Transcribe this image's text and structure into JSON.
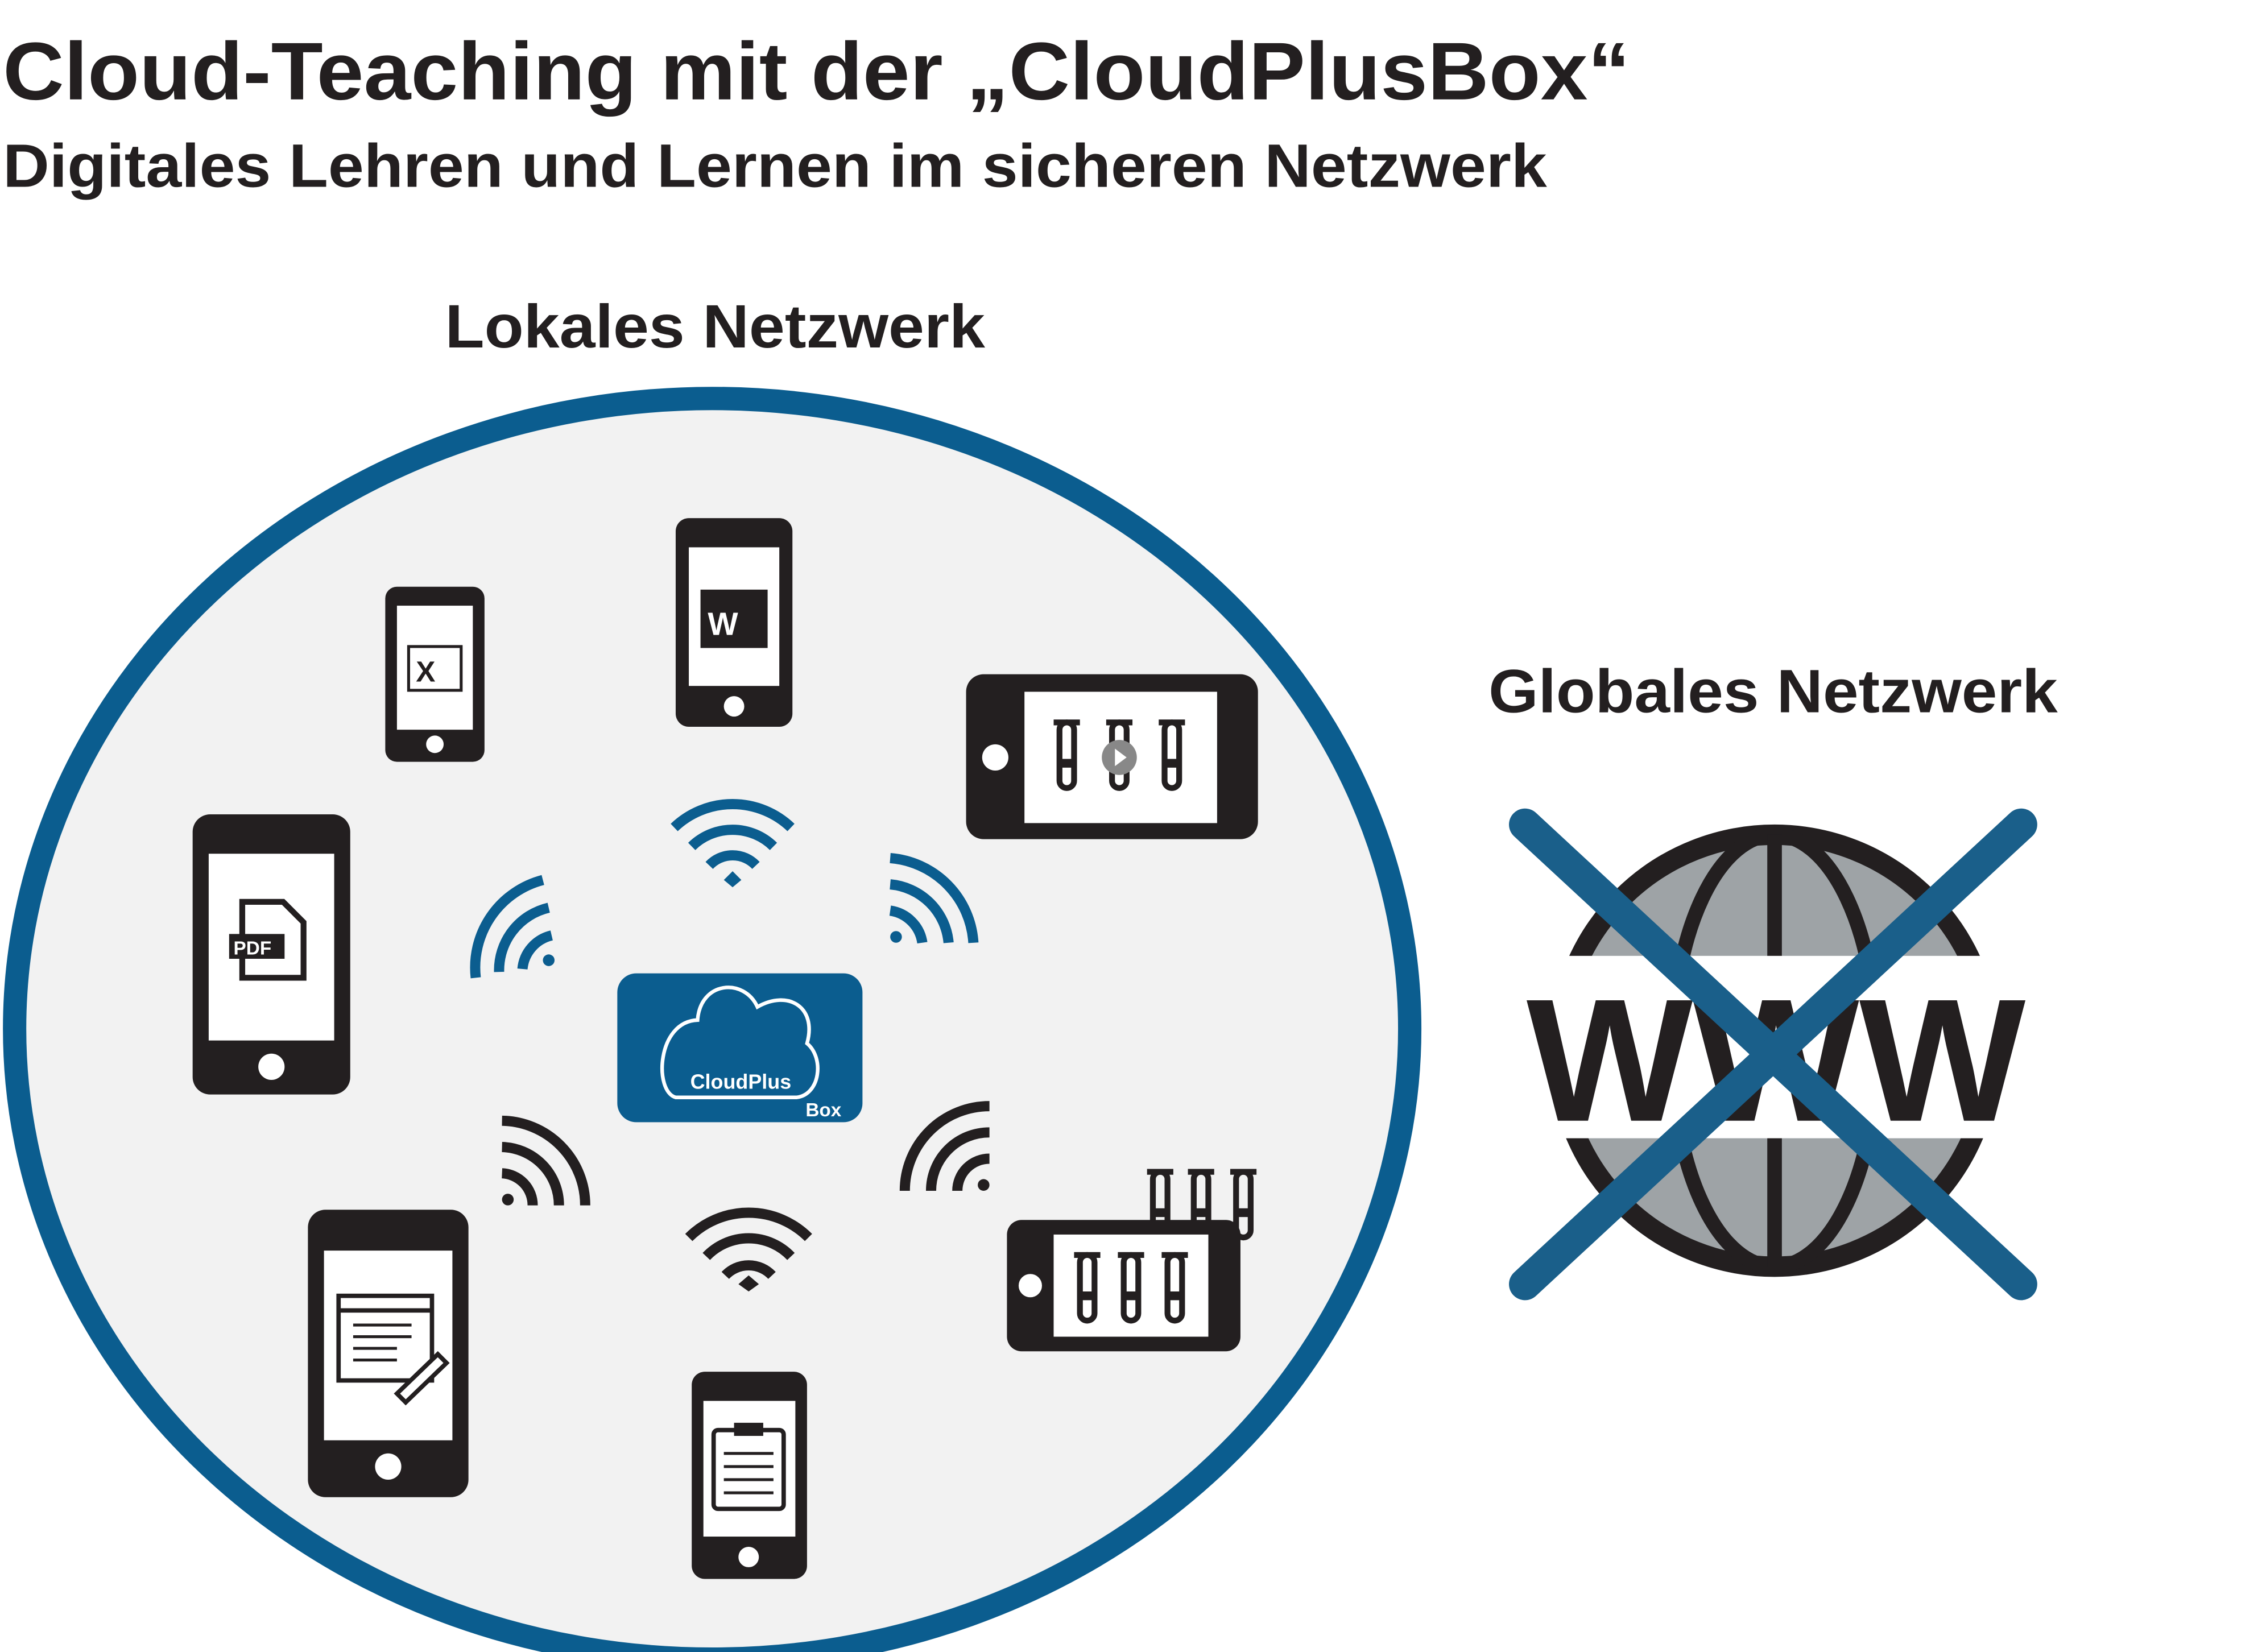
{
  "header": {
    "title": "Cloud-Teaching mit der „CloudPlusBox“",
    "subtitle": "Digitales Lehren und Lernen im sicheren Netzwerk"
  },
  "local": {
    "label": "Lokales Netzwerk",
    "box": {
      "name": "CloudPlus",
      "suffix": "Box"
    },
    "devices": [
      "excel-phone",
      "word-phone",
      "video-tablet",
      "pdf-phone",
      "document-edit-phone",
      "lab-tablet",
      "clipboard-phone"
    ],
    "app_letters": {
      "excel": "X",
      "word": "W",
      "pdf": "PDF"
    }
  },
  "global": {
    "label": "Globales Netzwerk",
    "globe_text": "WWW",
    "status": "blocked"
  },
  "colors": {
    "brand_blue": "#0b5d8f",
    "dark": "#231f20",
    "circle_fill": "#f2f2f2",
    "globe_gray": "#9ea3a6"
  }
}
